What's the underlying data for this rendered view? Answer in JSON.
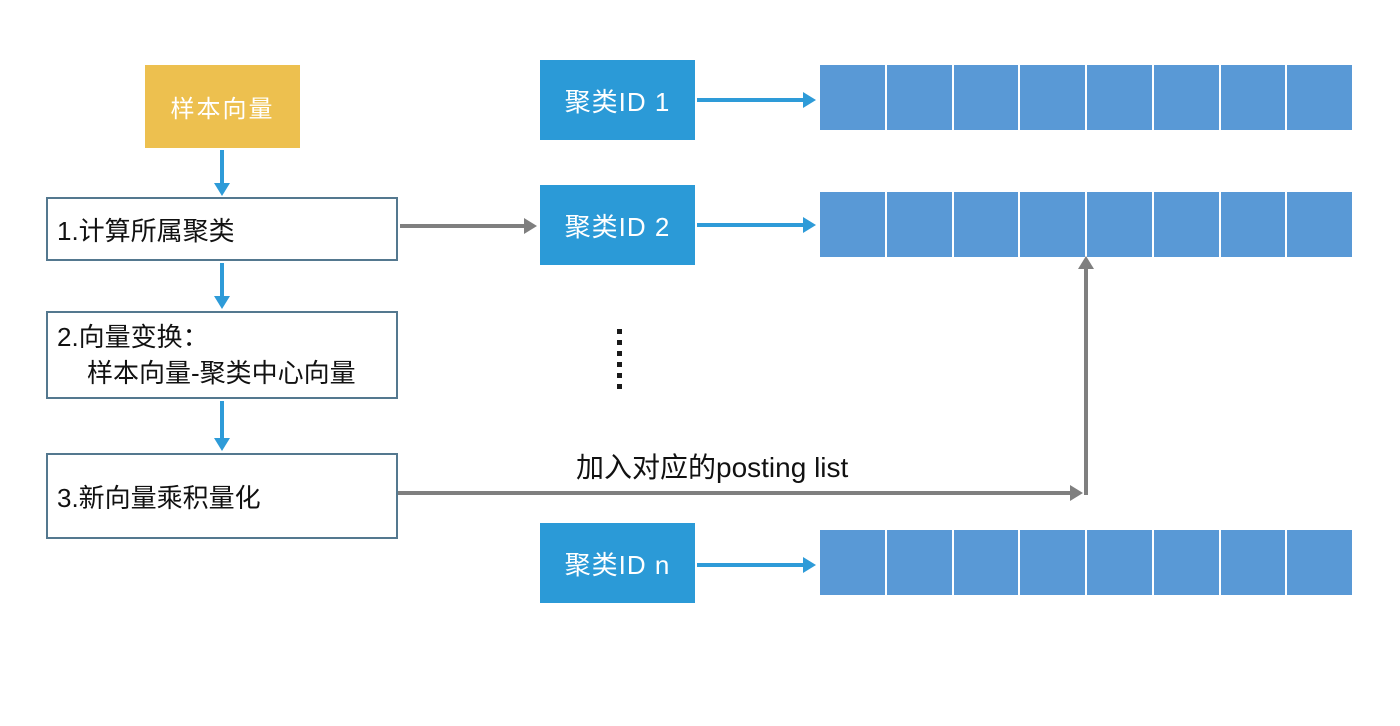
{
  "diagram": {
    "sample_vector_label": "样本向量",
    "steps": {
      "step1": "1.计算所属聚类",
      "step2_line1": "2.向量变换：",
      "step2_line2": "样本向量-聚类中心向量",
      "step3": "3.新向量乘积量化"
    },
    "annotation_label": "加入对应的posting list",
    "ellipsis_dot_count": 6,
    "clusters": [
      {
        "label": "聚类ID 1",
        "cell_count": 8
      },
      {
        "label": "聚类ID 2",
        "cell_count": 8
      },
      {
        "label": "聚类ID n",
        "cell_count": 8
      }
    ]
  },
  "colors": {
    "sample_yellow": "#EDC04F",
    "id_blue": "#2B9AD7",
    "cell_blue": "#5999D6",
    "arrow_blue": "#2E9BD8",
    "connector_gray": "#7F7F7F",
    "box_border": "#54788F",
    "text_dark": "#111111"
  }
}
